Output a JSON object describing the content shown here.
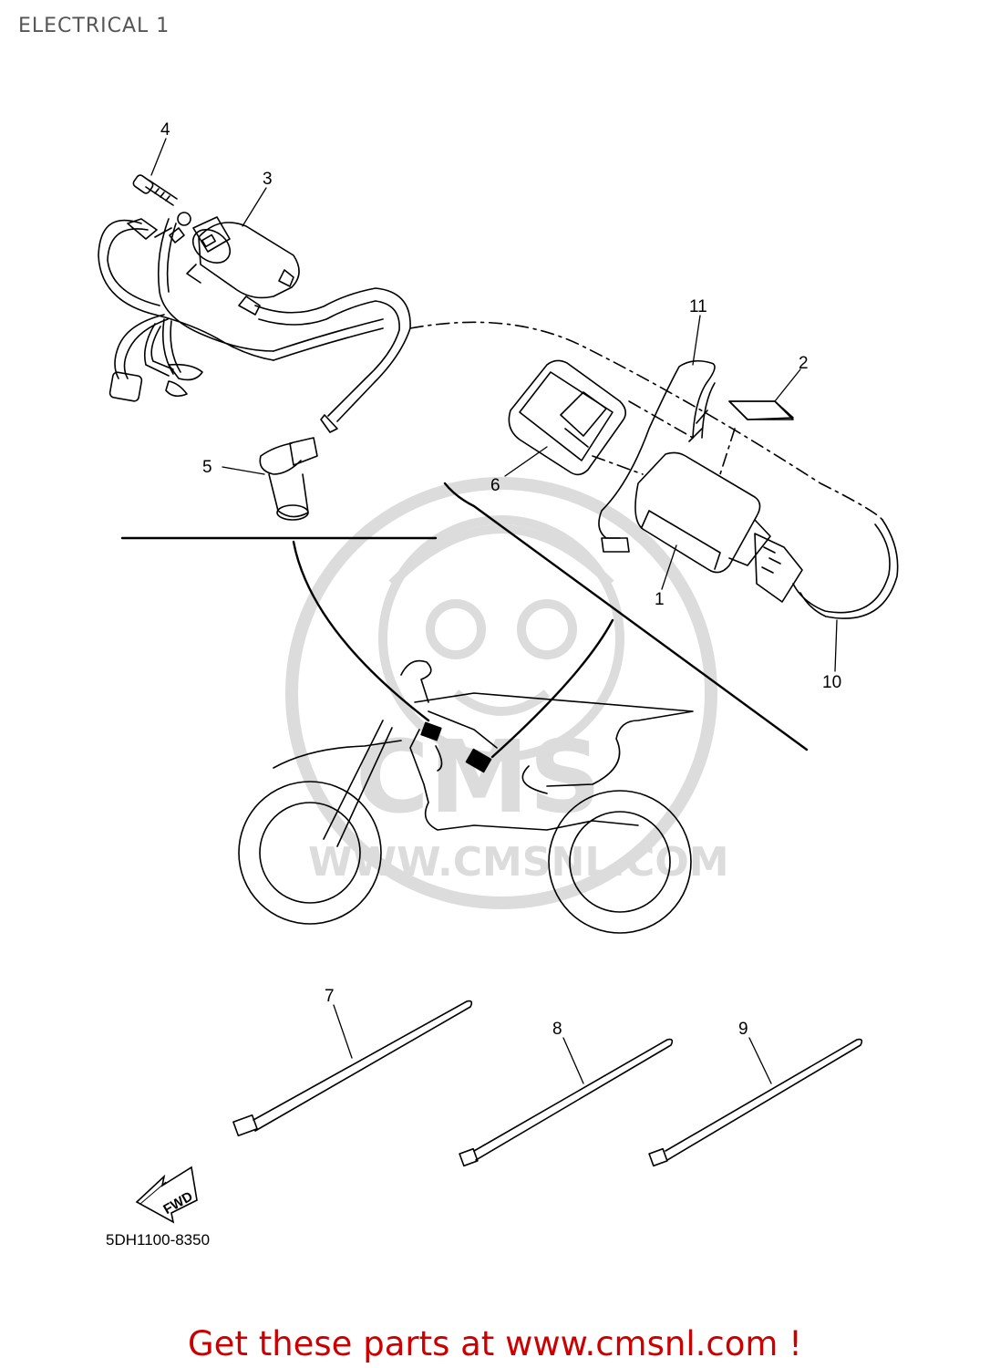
{
  "page": {
    "title": "ELECTRICAL 1",
    "diagram_code": "5DH1100-8350",
    "banner": "Get these parts at www.cmsnl.com !"
  },
  "callouts": {
    "c1": "1",
    "c2": "2",
    "c3": "3",
    "c4": "4",
    "c5": "5",
    "c6": "6",
    "c7": "7",
    "c8": "8",
    "c9": "9",
    "c10": "10",
    "c11": "11"
  },
  "fwd_label": "FWD",
  "watermark": {
    "brand": "CMS",
    "url": "WWW.CMSNL.COM"
  },
  "colors": {
    "line": "#000000",
    "watermark": "#d9d9d9",
    "banner": "#cc0000",
    "title": "#555555"
  }
}
